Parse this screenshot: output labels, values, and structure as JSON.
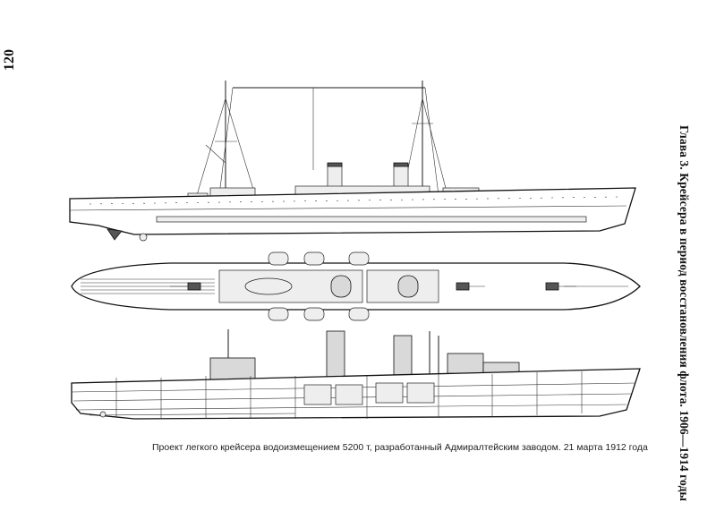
{
  "page": {
    "number": "120",
    "running_head": "Глава 3. Крейсера в период восстановления флота. 1906—1914 годы"
  },
  "figure": {
    "caption": "Проект легкого крейсера водоизмещением 5200 т, разработанный Адмиралтейским заводом. 21 марта 1912 года"
  }
}
